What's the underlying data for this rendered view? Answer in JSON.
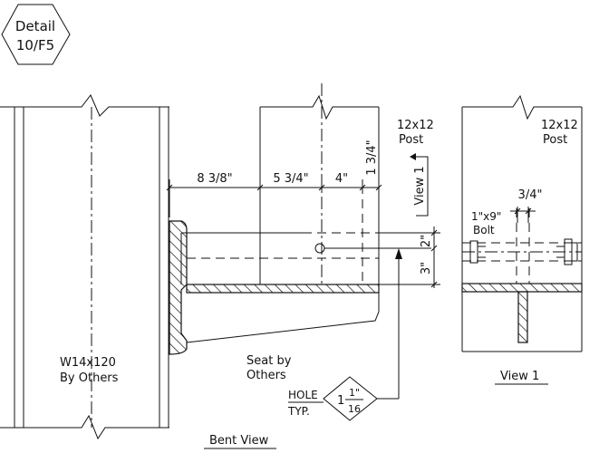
{
  "detail_tag": {
    "line1": "Detail",
    "line2": "10/F5"
  },
  "column": {
    "line1": "W14x120",
    "line2": "By Others"
  },
  "post_bent": {
    "line1": "12x12",
    "line2": "Post"
  },
  "post_view": {
    "line1": "12x12",
    "line2": "Post"
  },
  "dimensions": {
    "d1": "8 3/8\"",
    "d2": "5 3/4\"",
    "d3": "4\"",
    "d4": "1 3/4\"",
    "v1": "2\"",
    "v2": "3\"",
    "bolt_offset": "3/4\""
  },
  "view_ref": "View 1",
  "seat": {
    "line1": "Seat by",
    "line2": "Others"
  },
  "bolt": {
    "line1": "1\"x9\"",
    "line2": "Bolt"
  },
  "hole": {
    "line1": "HOLE",
    "line2": "TYP.",
    "whole": "1",
    "num": "1\"",
    "den": "16"
  },
  "captions": {
    "bent_view": "Bent View",
    "view1": "View 1"
  }
}
